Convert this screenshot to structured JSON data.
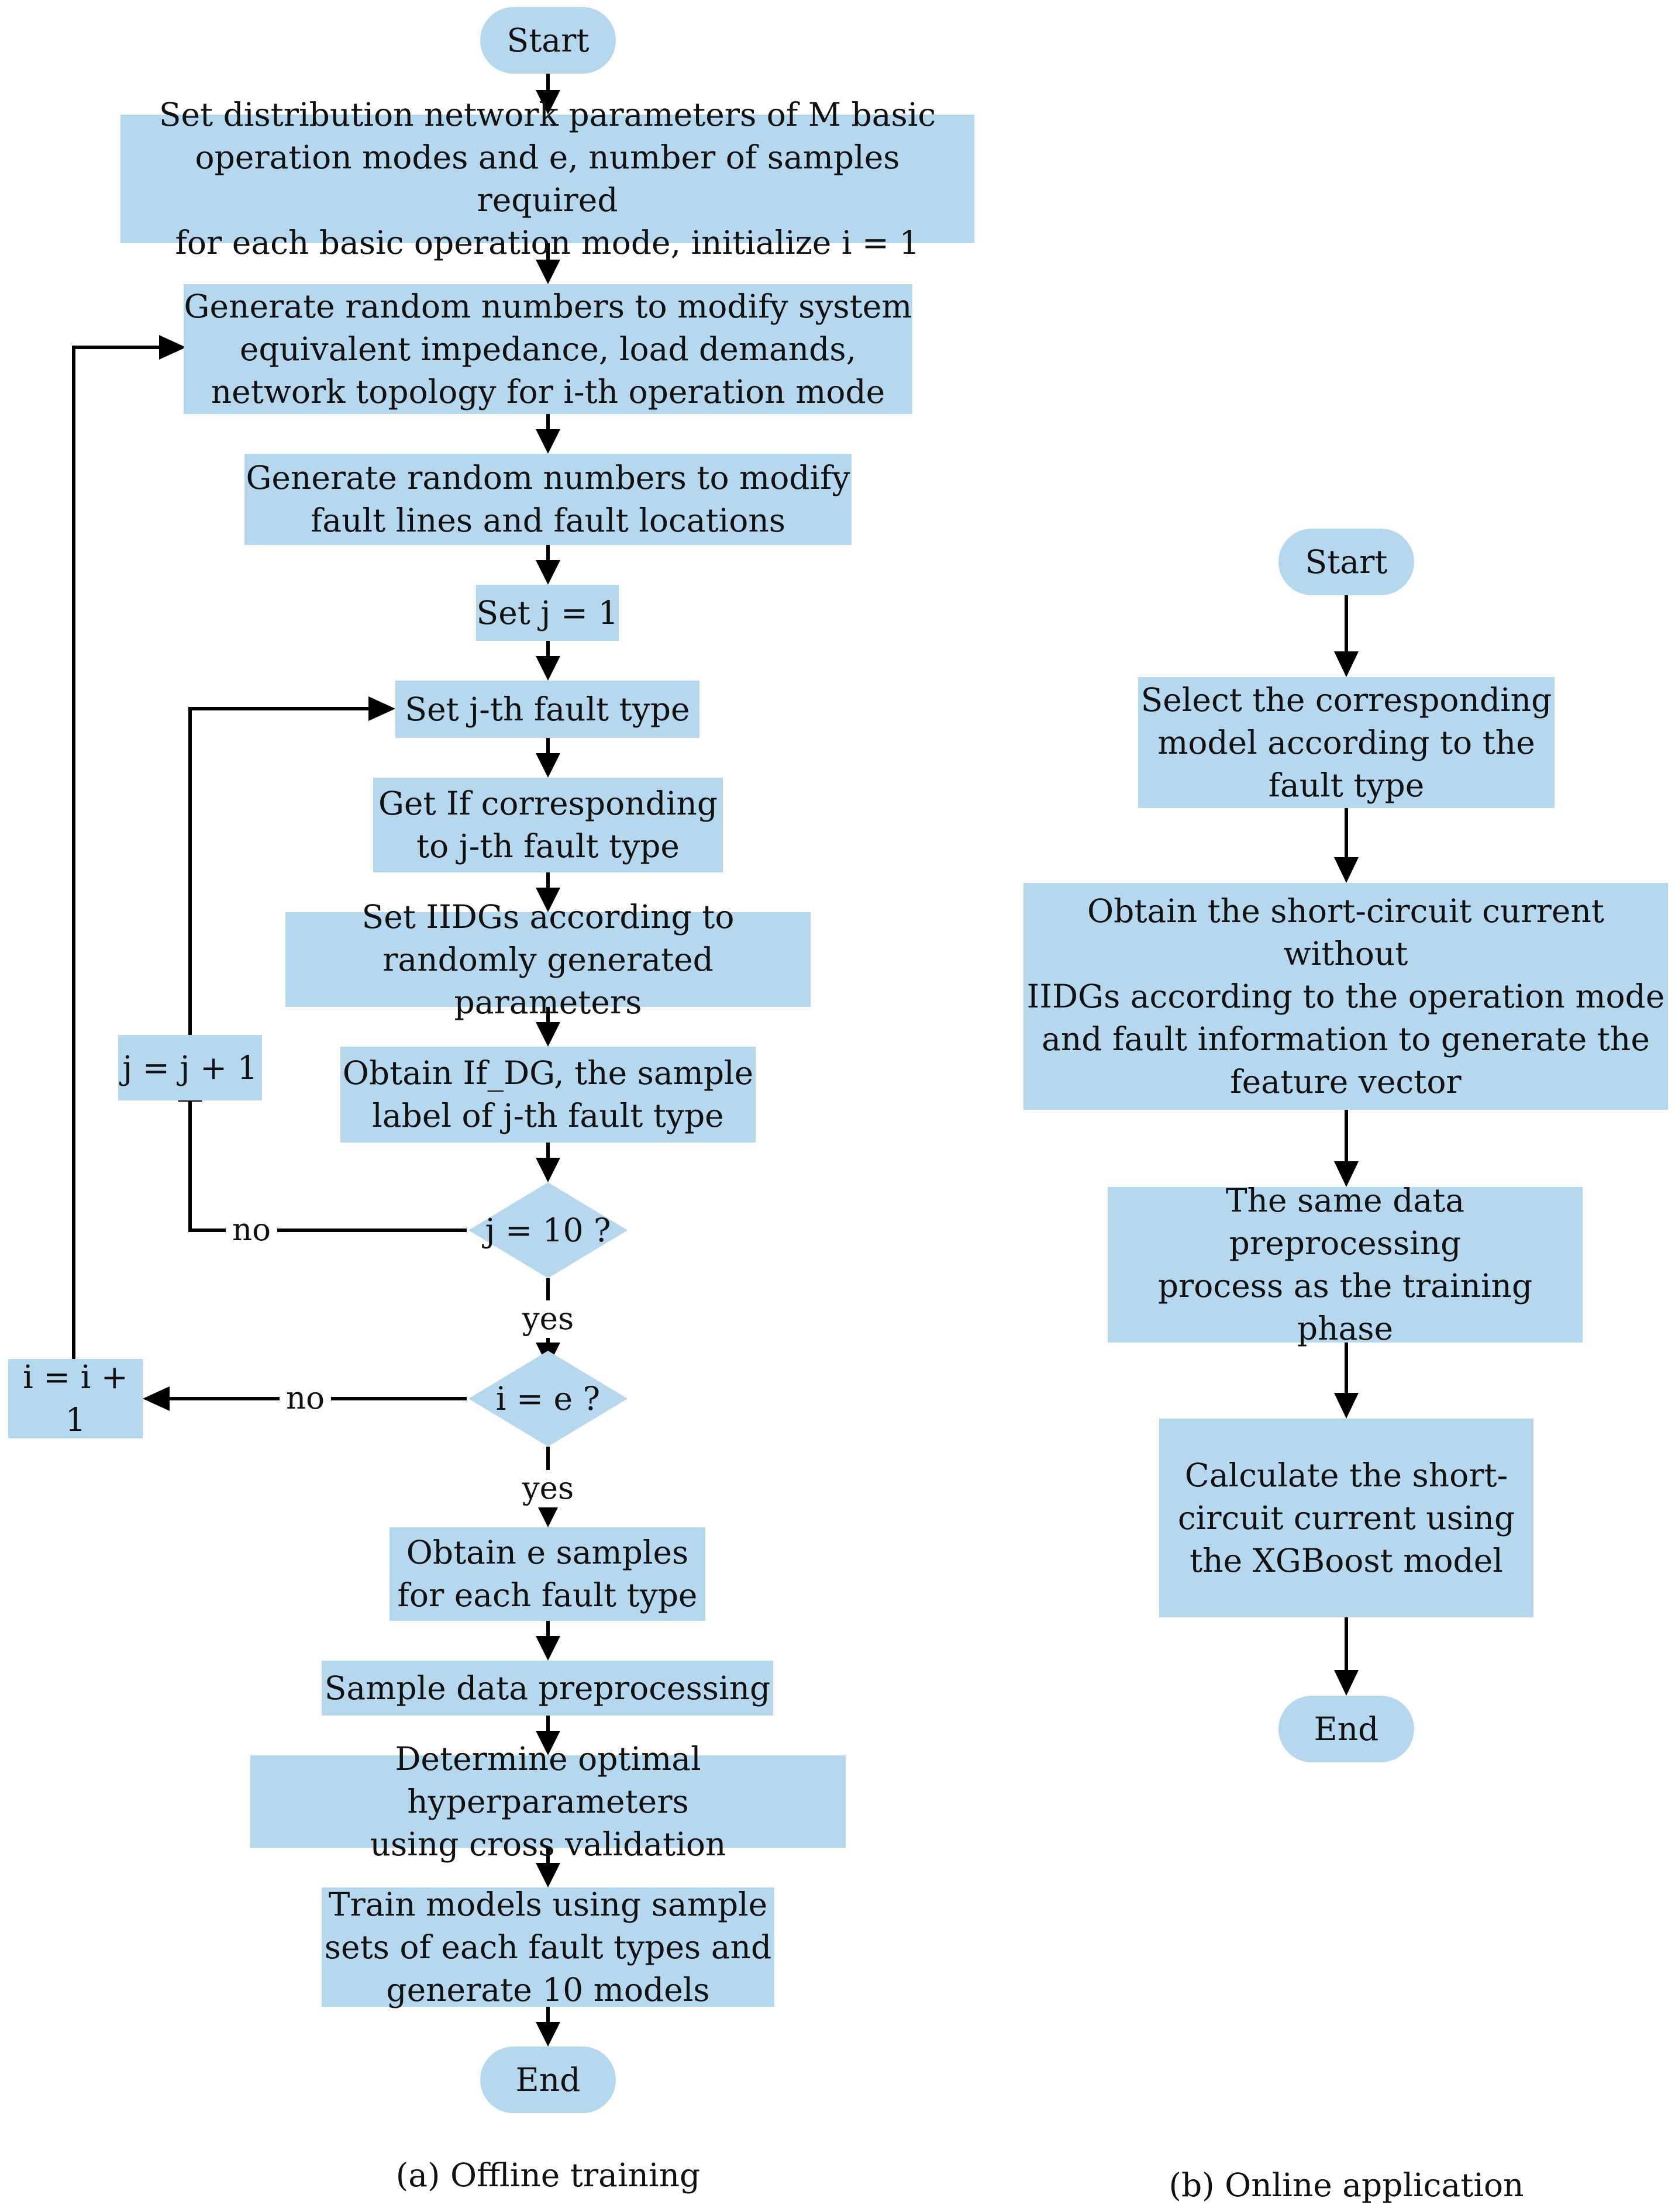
{
  "offline": {
    "start": "Start",
    "set_params": "Set distribution network parameters of M basic\noperation modes and e,  number of samples required\nfor each basic operation mode, initialize i = 1",
    "gen_random_system": "Generate random numbers to modify system\nequivalent impedance, load demands,\nnetwork topology for i-th operation mode",
    "gen_random_fault": "Generate random numbers to modify\nfault lines and fault locations",
    "set_j": "Set j = 1",
    "set_fault_type": "Set j-th fault type",
    "get_if": "Get If corresponding\nto  j-th fault type",
    "set_iidgs": "Set IIDGs according to\nrandomly generated parameters",
    "obtain_ifdg": "Obtain If_DG, the sample\nlabel of  j-th fault type",
    "decision_j": "j = 10 ?",
    "decision_i": "i = e ?",
    "j_increment": "j = j + 1",
    "i_increment": "i = i + 1",
    "obtain_samples": "Obtain e samples\nfor each fault type",
    "preprocessing": "Sample data preprocessing",
    "hyperparameters": "Determine optimal hyperparameters\nusing cross validation",
    "train_models": "Train models using sample\nsets of each fault types and\ngenerate 10 models",
    "end": "End",
    "label_no_j": "no",
    "label_yes_j": "yes",
    "label_no_i": "no",
    "label_yes_i": "yes",
    "caption": "(a) Offline training"
  },
  "online": {
    "start": "Start",
    "select_model": "Select the corresponding\nmodel according to the\nfault type",
    "obtain_current": "Obtain the short-circuit current without\nIIDGs according to the operation mode\nand fault  information to generate the\nfeature vector",
    "same_preprocessing": "The same data preprocessing\nprocess as the training phase",
    "calculate": "Calculate the short-\ncircuit current using\nthe XGBoost model",
    "end": "End",
    "caption": "(b) Online application"
  },
  "colors": {
    "box_fill": "#b6d8ef",
    "line": "#000000",
    "text": "#111111"
  }
}
